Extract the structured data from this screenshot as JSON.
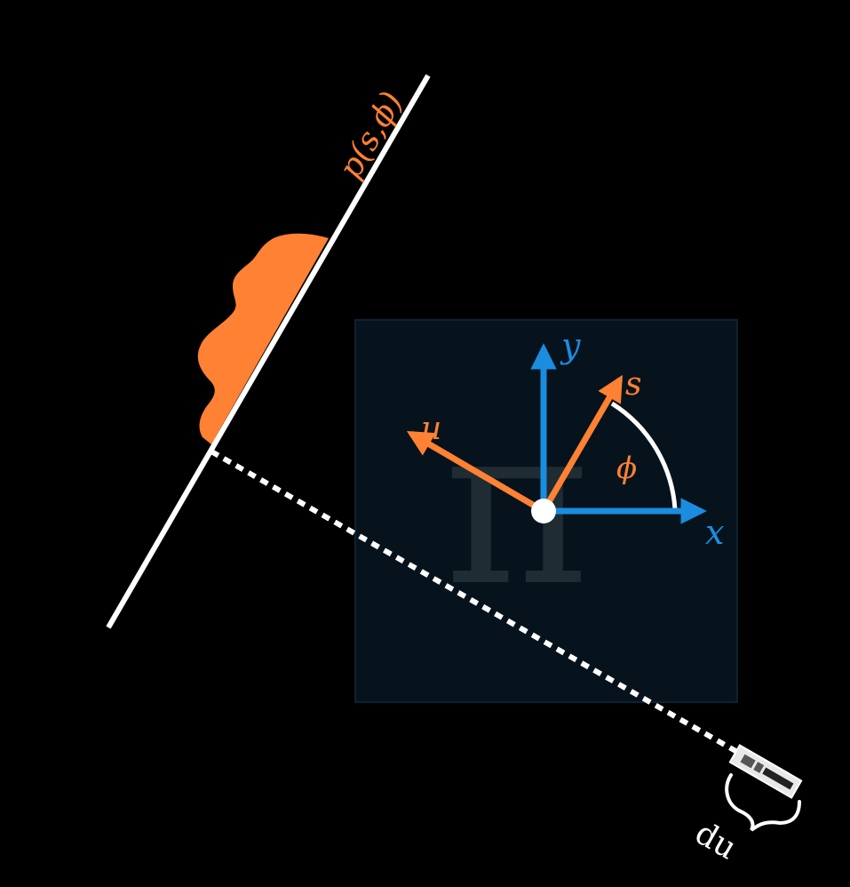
{
  "labels": {
    "projection": "p(s,ϕ)",
    "x_axis": "x",
    "y_axis": "y",
    "s_axis": "s",
    "u_axis": "u",
    "angle": "ϕ",
    "detector": "du",
    "watermark": "π"
  },
  "colors": {
    "background": "#000000",
    "orange": "#ff8133",
    "blue": "#1b8de0",
    "white": "#ffffff",
    "panel": "#06131d",
    "panel_border": "#0c2233",
    "watermark": "#1f2c33"
  },
  "icons": {
    "detector": "detector-element-icon",
    "brace": "brace-icon"
  }
}
